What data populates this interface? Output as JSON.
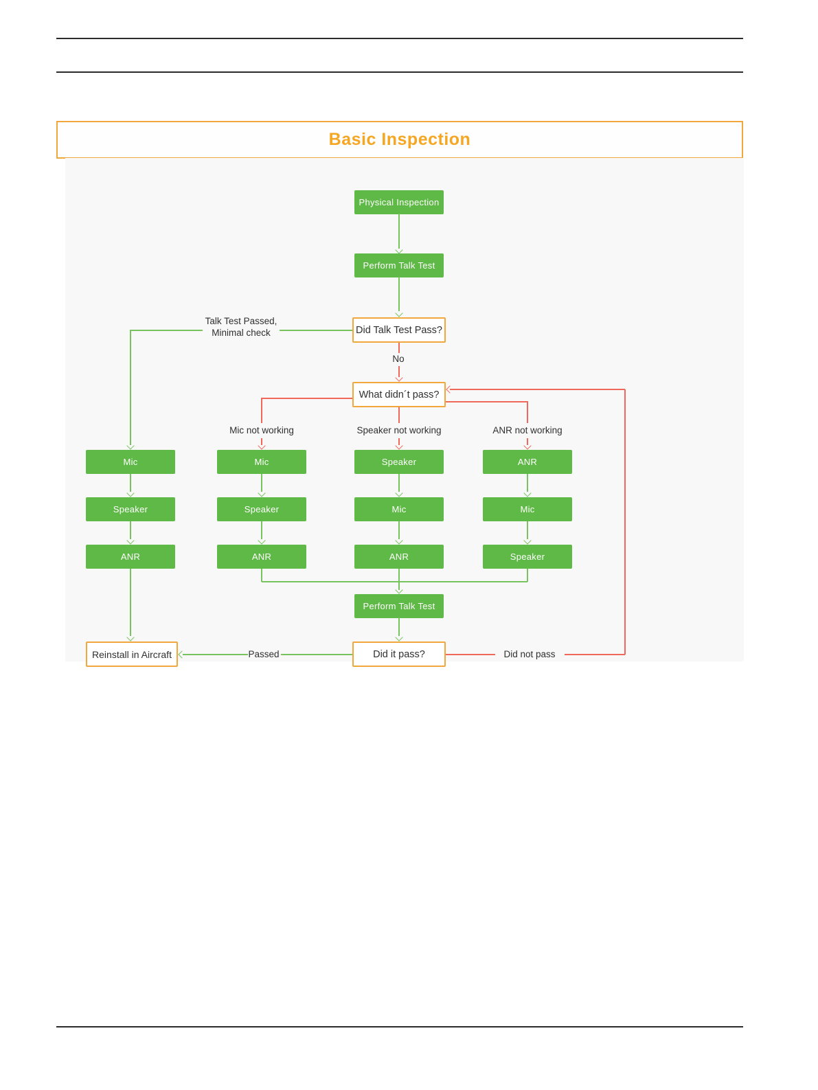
{
  "title": "Basic Inspection",
  "colors": {
    "accent_orange": "#F2A73D",
    "title_orange": "#F5A623",
    "box_green": "#5FB946",
    "arrow_green": "#77C35D",
    "arrow_red": "#F0685A",
    "text_dark": "#2F2F2F",
    "panel_bg": "#F8F8F9",
    "rule_dark": "#2B2B2B"
  },
  "flowchart": {
    "start": {
      "physical_inspection": "Physical Inspection",
      "perform_talk_test": "Perform Talk Test"
    },
    "decisions": {
      "did_talk_test_pass": "Did Talk Test Pass?",
      "what_didnt_pass": "What didn´t pass?",
      "did_it_pass": "Did it pass?"
    },
    "sequences": {
      "precautionary": [
        "Mic",
        "Speaker",
        "ANR"
      ],
      "mic_fail": [
        "Mic",
        "Speaker",
        "ANR"
      ],
      "speaker_fail": [
        "Speaker",
        "Mic",
        "ANR"
      ],
      "anr_fail": [
        "ANR",
        "Mic",
        "Speaker"
      ]
    },
    "retest": {
      "perform_talk_test": "Perform Talk Test"
    },
    "end": {
      "reinstall_in_aircraft": "Reinstall in Aircraft"
    },
    "edge_labels": {
      "talk_test_passed_line1": "Talk Test Passed,",
      "talk_test_passed_line2": "Minimal check",
      "no": "No",
      "mic_not_working": "Mic not working",
      "speaker_not_working": "Speaker not working",
      "anr_not_working": "ANR not working",
      "passed": "Passed",
      "did_not_pass": "Did not pass"
    }
  }
}
